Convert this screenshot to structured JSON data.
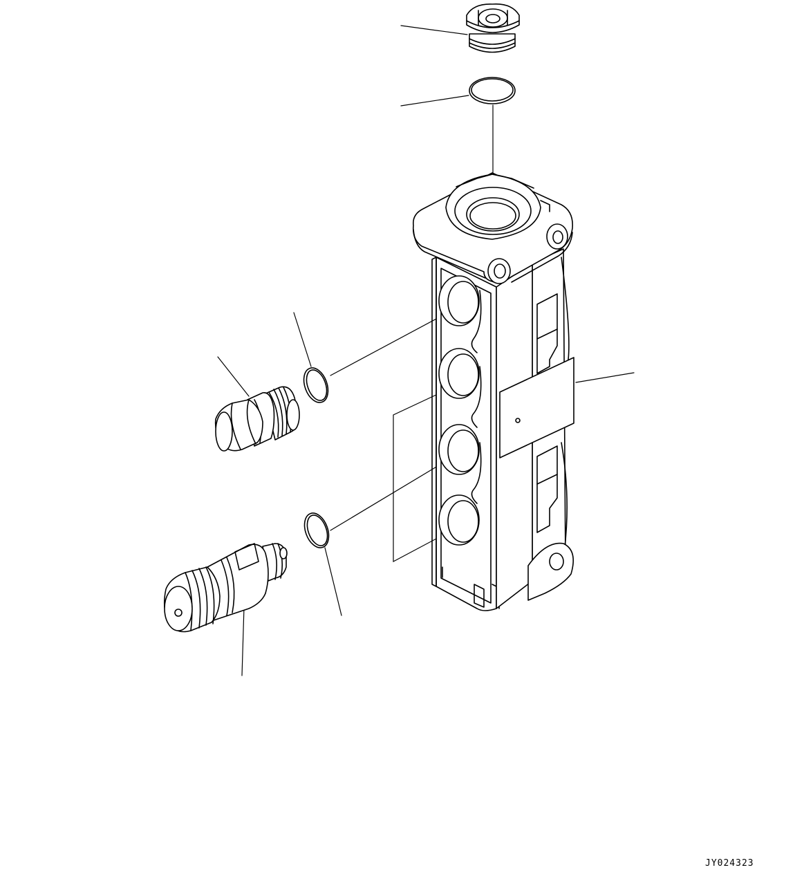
{
  "diagram": {
    "type": "exploded parts illustration",
    "drawing_code": "JY024323",
    "parts": [
      {
        "id": "plug-top",
        "icon": "plug-icon"
      },
      {
        "id": "o-ring-top",
        "icon": "o-ring-icon"
      },
      {
        "id": "valve-body",
        "icon": "valve-block-icon"
      },
      {
        "id": "o-ring-upper-left",
        "icon": "o-ring-icon"
      },
      {
        "id": "plug-left",
        "icon": "plug-icon"
      },
      {
        "id": "o-ring-lower-left",
        "icon": "o-ring-icon"
      },
      {
        "id": "relief-valve",
        "icon": "cartridge-valve-icon"
      }
    ]
  }
}
